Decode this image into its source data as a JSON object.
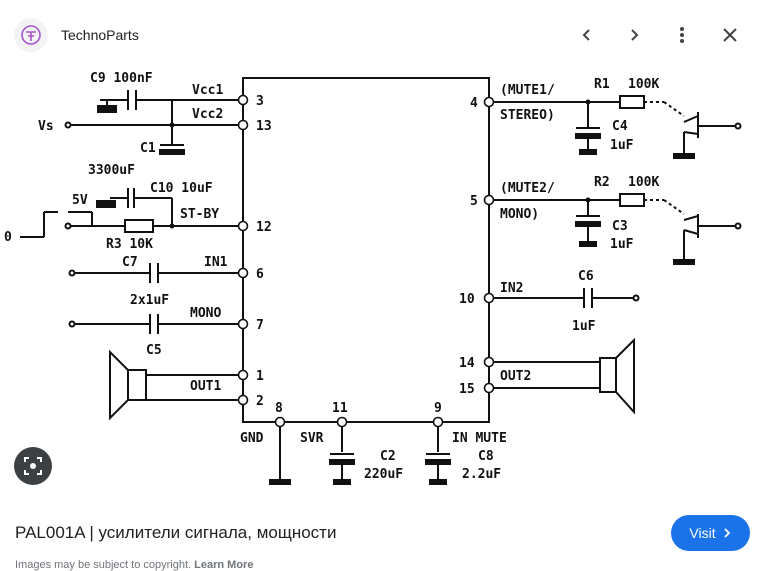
{
  "header": {
    "site_name": "TechnoParts",
    "icons": [
      "technoparts-logo-icon",
      "chevron-left-icon",
      "chevron-right-icon",
      "more-vert-icon",
      "close-icon"
    ]
  },
  "schematic": {
    "labels": {
      "c9": "C9 100nF",
      "vcc1": "Vcc1",
      "vcc2": "Vcc2",
      "vs": "Vs",
      "c1": "C1",
      "c1_val": "3300uF",
      "c10": "C10 10uF",
      "fivev": "5V",
      "stby": "ST-BY",
      "zero": "0",
      "r3": "R3 10K",
      "c7": "C7",
      "in1": "IN1",
      "c7_val": "2x1uF",
      "mono_left": "MONO",
      "c5": "C5",
      "out1": "OUT1",
      "gnd": "GND",
      "svr": "SVR",
      "c2": "C2",
      "c2_val": "220uF",
      "in_mute": "IN MUTE",
      "c8": "C8",
      "c8_val": "2.2uF",
      "mute1": "(MUTE1/",
      "stereo": "STEREO)",
      "r1": "R1",
      "r1_val": "100K",
      "c4": "C4",
      "c4_val": "1uF",
      "mute2": "(MUTE2/",
      "mono_right": "MONO)",
      "r2": "R2",
      "r2_val": "100K",
      "c3": "C3",
      "c3_val": "1uF",
      "in2": "IN2",
      "c6": "C6",
      "c6_val": "1uF",
      "out2": "OUT2"
    },
    "pins": {
      "p3": "3",
      "p13": "13",
      "p12": "12",
      "p6": "6",
      "p7": "7",
      "p1": "1",
      "p2": "2",
      "p8": "8",
      "p11": "11",
      "p9": "9",
      "p4": "4",
      "p5": "5",
      "p10": "10",
      "p14": "14",
      "p15": "15"
    }
  },
  "lens_button": {
    "icon": "lens-search-icon"
  },
  "caption": "PAL001A | усилители сигнала, мощности",
  "visit_button": {
    "label": "Visit",
    "icon": "chevron-right-icon"
  },
  "footer": {
    "note": "Images may be subject to copyright.",
    "link": "Learn More"
  }
}
